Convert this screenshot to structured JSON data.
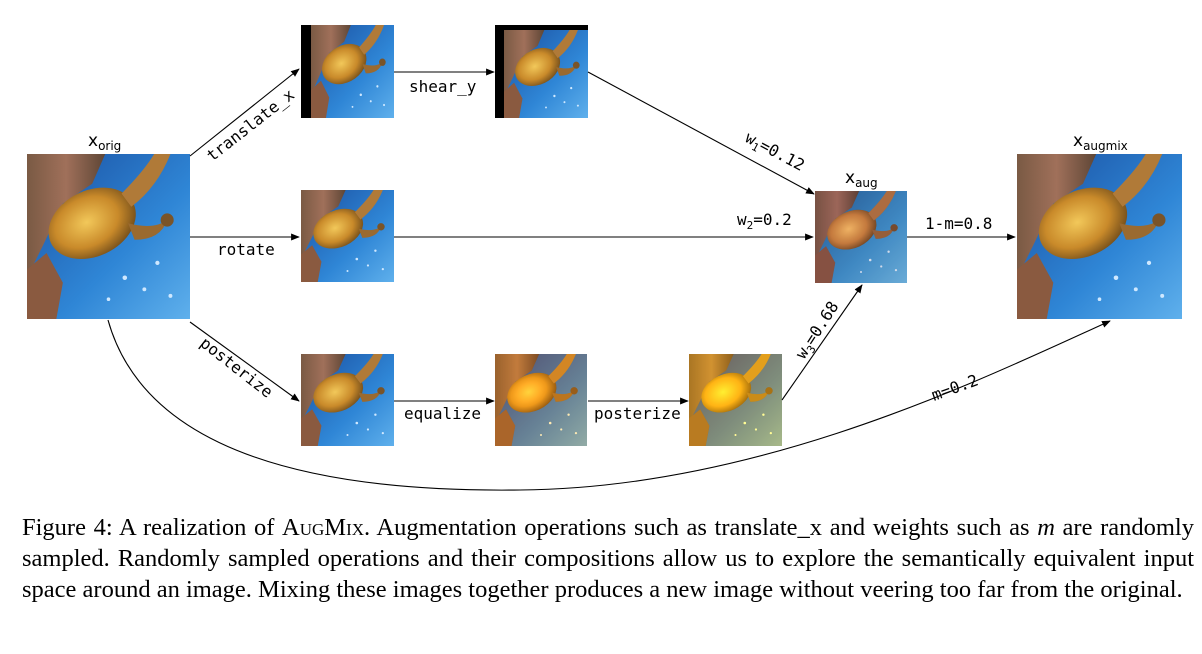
{
  "nodes": {
    "orig": {
      "label": "x",
      "sub": "orig"
    },
    "aug": {
      "label": "x",
      "sub": "aug"
    },
    "augmix": {
      "label": "x",
      "sub": "augmix"
    }
  },
  "ops": {
    "translate_x": "translate_x",
    "shear_y": "shear_y",
    "rotate": "rotate",
    "posterize_a": "posterize",
    "equalize": "equalize",
    "posterize_b": "posterize"
  },
  "weights": {
    "w1": {
      "label": "w",
      "sub": "1",
      "value": "=0.12"
    },
    "w2": {
      "label": "w",
      "sub": "2",
      "value": "=0.2"
    },
    "w3": {
      "label": "w",
      "sub": "3",
      "value": "=0.68"
    },
    "one_minus_m": "1-m=0.8",
    "m": "m=0.2"
  },
  "caption": {
    "prefix": "Figure 4: A realization of ",
    "name": "AugMix",
    "text1": ". Augmentation operations such as translate_x and weights such as ",
    "var": "m",
    "text2": " are randomly sampled. Randomly sampled operations and their compositions allow us to explore the semantically equivalent input space around an image. Mixing these images together produces a new image without veering too far from the original."
  },
  "colors": {
    "water": "#2f7fd0",
    "turtle": "#c98a2a",
    "reef": "#6b4a3a"
  }
}
